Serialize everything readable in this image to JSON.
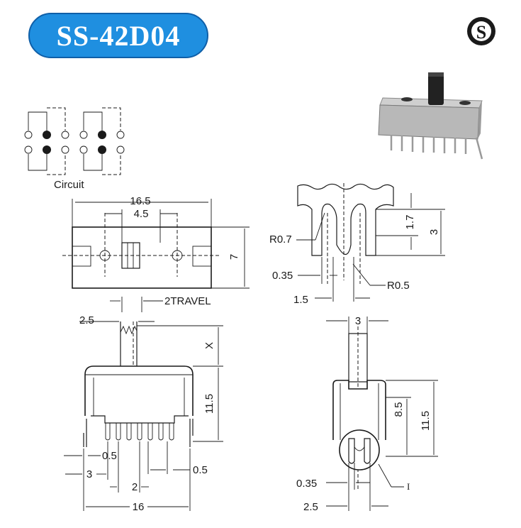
{
  "title": "SS-42D04",
  "brand_mark": "S",
  "colors": {
    "badge": "#1f8fe0",
    "ink": "#1a1a1a"
  },
  "circuit": {
    "label": "Circuit"
  },
  "top_view": {
    "width": "16.5",
    "slider_pitch": "4.5",
    "height": "7",
    "travel": "2TRAVEL"
  },
  "terminal_detail": {
    "r1": "R0.7",
    "r2": "R0.5",
    "d1": "1.7",
    "d2": "3",
    "d3": "0.35",
    "d4": "1.5"
  },
  "front_view": {
    "actuator_w": "2.5",
    "actuator_h": "X",
    "body_h": "11.5",
    "pin_w": "0.5",
    "pin_offset": "3",
    "pitch": "2",
    "pin_gap": "0.5",
    "total": "16"
  },
  "side_view": {
    "actuator_w": "3",
    "body_h": "8.5",
    "total_h": "11.5",
    "pin_t": "0.35",
    "pin_w": "2.5",
    "pin_label": "I"
  }
}
